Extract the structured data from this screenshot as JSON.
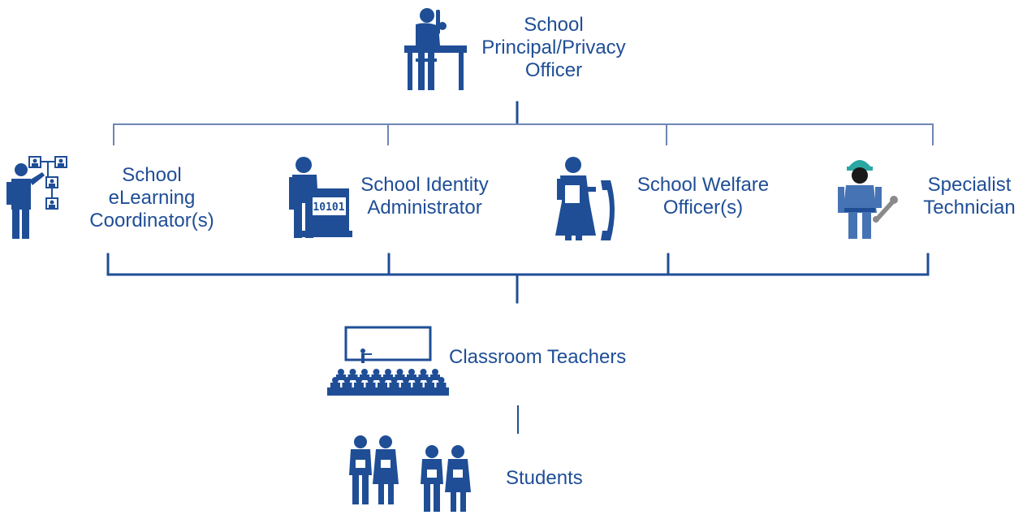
{
  "colors": {
    "primary": "#1f4e96",
    "line_dark": "#1f4e96",
    "line_light": "#6d86b4",
    "helmet": "#2aa7a3"
  },
  "principal": {
    "lines": [
      "School",
      "Principal/Privacy",
      "Officer"
    ],
    "icon": "person-at-desk-icon"
  },
  "middle_roles": [
    {
      "lines": [
        "School",
        "eLearning",
        "Coordinator(s)"
      ],
      "icon": "presenter-org-chart-icon"
    },
    {
      "lines": [
        "School Identity",
        "Administrator"
      ],
      "icon": "person-at-binary-computer-icon"
    },
    {
      "lines": [
        "School Welfare",
        "Officer(s)"
      ],
      "icon": "woman-with-phone-icon"
    },
    {
      "lines": [
        "Specialist",
        "Technician"
      ],
      "icon": "technician-with-wrench-icon"
    }
  ],
  "teachers": {
    "label": "Classroom Teachers",
    "icon": "classroom-icon"
  },
  "students": {
    "label": "Students",
    "icon": "students-icon"
  }
}
